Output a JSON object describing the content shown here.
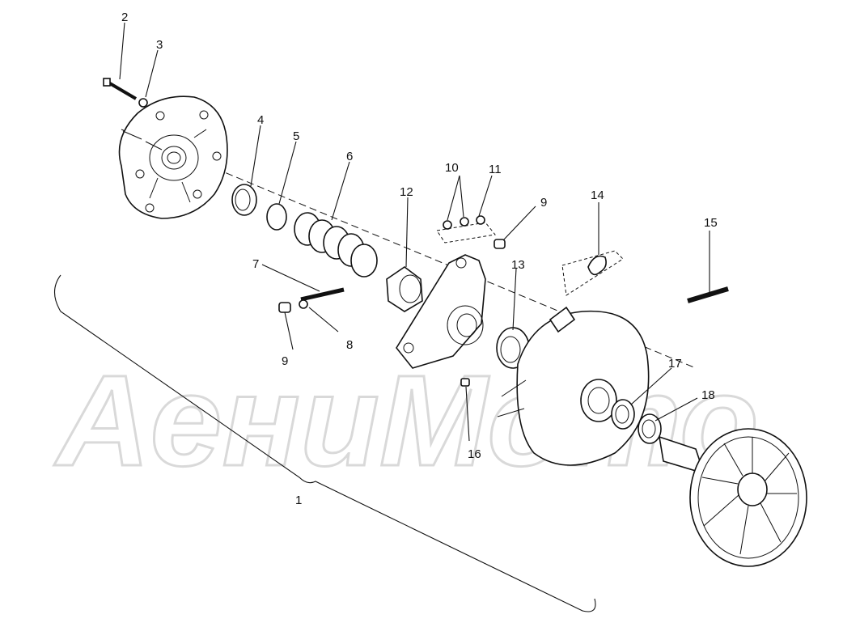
{
  "watermark": {
    "text": "AениMото"
  },
  "callouts": [
    {
      "id": "1",
      "label": "1"
    },
    {
      "id": "2",
      "label": "2"
    },
    {
      "id": "3",
      "label": "3"
    },
    {
      "id": "4",
      "label": "4"
    },
    {
      "id": "5",
      "label": "5"
    },
    {
      "id": "6",
      "label": "6"
    },
    {
      "id": "7",
      "label": "7"
    },
    {
      "id": "8",
      "label": "8"
    },
    {
      "id": "9a",
      "label": "9"
    },
    {
      "id": "9b",
      "label": "9"
    },
    {
      "id": "10",
      "label": "10"
    },
    {
      "id": "11",
      "label": "11"
    },
    {
      "id": "12",
      "label": "12"
    },
    {
      "id": "13",
      "label": "13"
    },
    {
      "id": "14",
      "label": "14"
    },
    {
      "id": "15",
      "label": "15"
    },
    {
      "id": "16",
      "label": "16"
    },
    {
      "id": "17",
      "label": "17"
    },
    {
      "id": "18",
      "label": "18"
    }
  ]
}
